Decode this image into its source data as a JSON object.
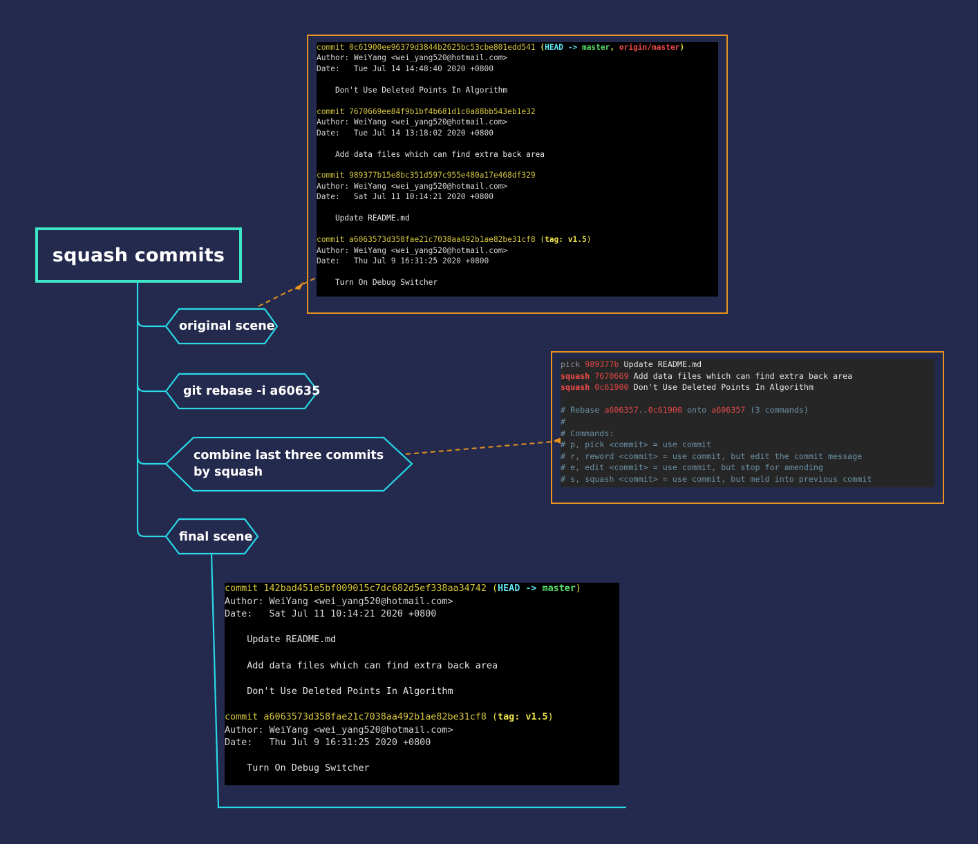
{
  "root": {
    "label": "squash commits"
  },
  "nodes": [
    {
      "label": "original scene"
    },
    {
      "label": "git rebase -i a60635"
    },
    {
      "label": "combine last three commits by squash"
    },
    {
      "label": "final scene"
    }
  ],
  "colors": {
    "background": "#232a4e",
    "root_border": "#3ee6c8",
    "node_border": "#29d9e6",
    "callout": "#e8921f"
  },
  "original_log": {
    "commits": [
      {
        "commit": "commit 0c61900ee96379d3844b2625bc53cbe801edd541",
        "refs": {
          "open": " (",
          "head": "HEAD -> ",
          "branch": "master",
          "sep": ", ",
          "remote": "origin/master",
          "close": ")"
        },
        "author": "Author: WeiYang <wei_yang520@hotmail.com>",
        "date": "Date:   Tue Jul 14 14:48:40 2020 +0800",
        "message": "    Don't Use Deleted Points In Algorithm"
      },
      {
        "commit": "commit 7670669ee84f9b1bf4b681d1c0a88bb543eb1e32",
        "author": "Author: WeiYang <wei_yang520@hotmail.com>",
        "date": "Date:   Tue Jul 14 13:18:02 2020 +0800",
        "message": "    Add data files which can find extra back area"
      },
      {
        "commit": "commit 989377b15e8bc351d597c955e480a17e468df329",
        "author": "Author: WeiYang <wei_yang520@hotmail.com>",
        "date": "Date:   Sat Jul 11 10:14:21 2020 +0800",
        "message": "    Update README.md"
      },
      {
        "commit": "commit a6063573d358fae21c7038aa492b1ae82be31cf8",
        "refs": {
          "open": " (",
          "tag": "tag: v1.5",
          "close": ")"
        },
        "author": "Author: WeiYang <wei_yang520@hotmail.com>",
        "date": "Date:   Thu Jul 9 16:31:25 2020 +0800",
        "message": "    Turn On Debug Switcher"
      }
    ]
  },
  "rebase_editor": {
    "lines": [
      {
        "cmd": "pick",
        "sha": "989377b",
        "msg": " Update README.md"
      },
      {
        "cmd": "squash",
        "sha": "7670669",
        "msg": " Add data files which can find extra back area"
      },
      {
        "cmd": "squash",
        "sha": "0c61900",
        "msg": " Don't Use Deleted Points In Algorithm"
      }
    ],
    "rebase_line": {
      "prefix": "# Rebase ",
      "range_start": "a606357",
      "dots": "..",
      "range_end": "0c61900",
      "onto": " onto ",
      "target": "a606357",
      "suffix": " (3 commands)"
    },
    "comments": [
      "#",
      "# Commands:",
      "# p, pick <commit> = use commit",
      "# r, reword <commit> = use commit, but edit the commit message",
      "# e, edit <commit> = use commit, but stop for amending",
      "# s, squash <commit> = use commit, but meld into previous commit"
    ]
  },
  "final_log": {
    "commits": [
      {
        "commit": "commit 142bad451e5bf009015c7dc682d5ef338aa34742",
        "refs": {
          "open": " (",
          "head": "HEAD -> ",
          "branch": "master",
          "close": ")"
        },
        "author": "Author: WeiYang <wei_yang520@hotmail.com>",
        "date": "Date:   Sat Jul 11 10:14:21 2020 +0800",
        "messages": [
          "    Update README.md",
          "    Add data files which can find extra back area",
          "    Don't Use Deleted Points In Algorithm"
        ]
      },
      {
        "commit": "commit a6063573d358fae21c7038aa492b1ae82be31cf8",
        "refs": {
          "open": " (",
          "tag": "tag: v1.5",
          "close": ")"
        },
        "author": "Author: WeiYang <wei_yang520@hotmail.com>",
        "date": "Date:   Thu Jul 9 16:31:25 2020 +0800",
        "message": "    Turn On Debug Switcher"
      }
    ]
  }
}
